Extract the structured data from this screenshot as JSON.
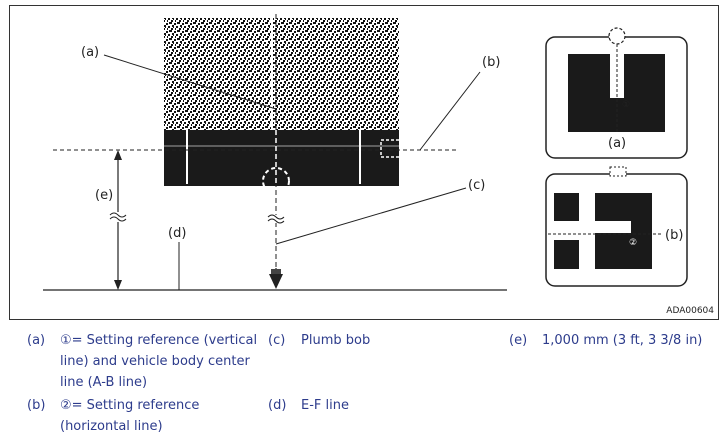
{
  "figure": {
    "labels": {
      "a": "(a)",
      "b": "(b)",
      "c": "(c)",
      "d": "(d)",
      "e": "(e)",
      "inset_a": "(a)",
      "inset_b": "(b)",
      "mark_1": "①",
      "mark_2": "②"
    },
    "figure_id": "ADA00604"
  },
  "legend": {
    "items": [
      {
        "key": "(a)",
        "lines": [
          "①= Setting reference (vertical",
          "line) and vehicle body center",
          "line (A-B line)"
        ]
      },
      {
        "key": "(b)",
        "lines": [
          "②= Setting reference",
          "(horizontal line)"
        ]
      },
      {
        "key": "(c)",
        "lines": [
          "Plumb bob"
        ]
      },
      {
        "key": "(d)",
        "lines": [
          "E-F line"
        ]
      },
      {
        "key": "(e)",
        "lines": [
          "1,000 mm (3 ft, 3 3/8 in)"
        ]
      }
    ]
  },
  "colors": {
    "legend_text": "#2d3c8c",
    "ink": "#222222"
  }
}
